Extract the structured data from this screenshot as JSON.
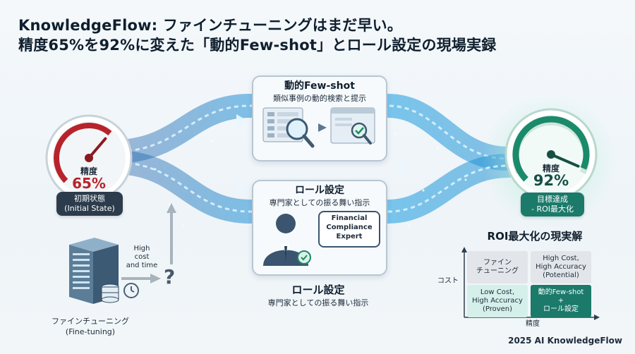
{
  "title": {
    "line1": "KnowledgeFlow: ファインチューニングはまだ早い。",
    "line2": "精度65%を92%に変えた「動的Few-shot」とロール設定の現場実録"
  },
  "gauge_before": {
    "label": "精度",
    "value": "65%",
    "level": 0.65,
    "caption_line1": "初期状態",
    "caption_line2": "(Initial State)",
    "color": "#b8232b"
  },
  "gauge_after": {
    "label": "精度",
    "value": "92%",
    "level": 0.92,
    "caption_line1": "目標達成",
    "caption_line2": "- ROI最大化",
    "color": "#1a8a6a"
  },
  "card_fewshot": {
    "title": "動的Few-shot",
    "subtitle": "類似事例の動的検索と提示"
  },
  "card_role": {
    "title": "ロール設定",
    "subtitle": "専門家としての振る舞い指示",
    "bubble_line1": "Financial",
    "bubble_line2": "Compliance",
    "bubble_line3": "Expert"
  },
  "role_caption": {
    "title": "ロール設定",
    "subtitle": "専門家としての振る舞い指示"
  },
  "finetuning": {
    "note_line1": "High",
    "note_line2": "cost",
    "note_line3": "and time",
    "question": "?",
    "label_line1": "ファインチューニング",
    "label_line2": "(Fine-tuning)"
  },
  "roi": {
    "title": "ROI最大化の現実解",
    "y_axis": "コスト",
    "x_axis": "精度",
    "cells": {
      "top_left": [
        "ファイン",
        "チューニング"
      ],
      "top_right": [
        "High Cost,",
        "High Accuracy",
        "(Potential)"
      ],
      "bottom_left": [
        "Low Cost,",
        "High Accuracy",
        "(Proven)"
      ],
      "bottom_right": [
        "動的Few-shot",
        "+",
        "ロール設定"
      ]
    }
  },
  "footer": "2025 AI KnowledgeFlow",
  "colors": {
    "ribbon": "#3fa6e6",
    "accent_red": "#b8232b",
    "accent_green": "#1a8a6a",
    "pill_dark": "#2c3c4c",
    "pill_teal": "#1b7a6a"
  }
}
